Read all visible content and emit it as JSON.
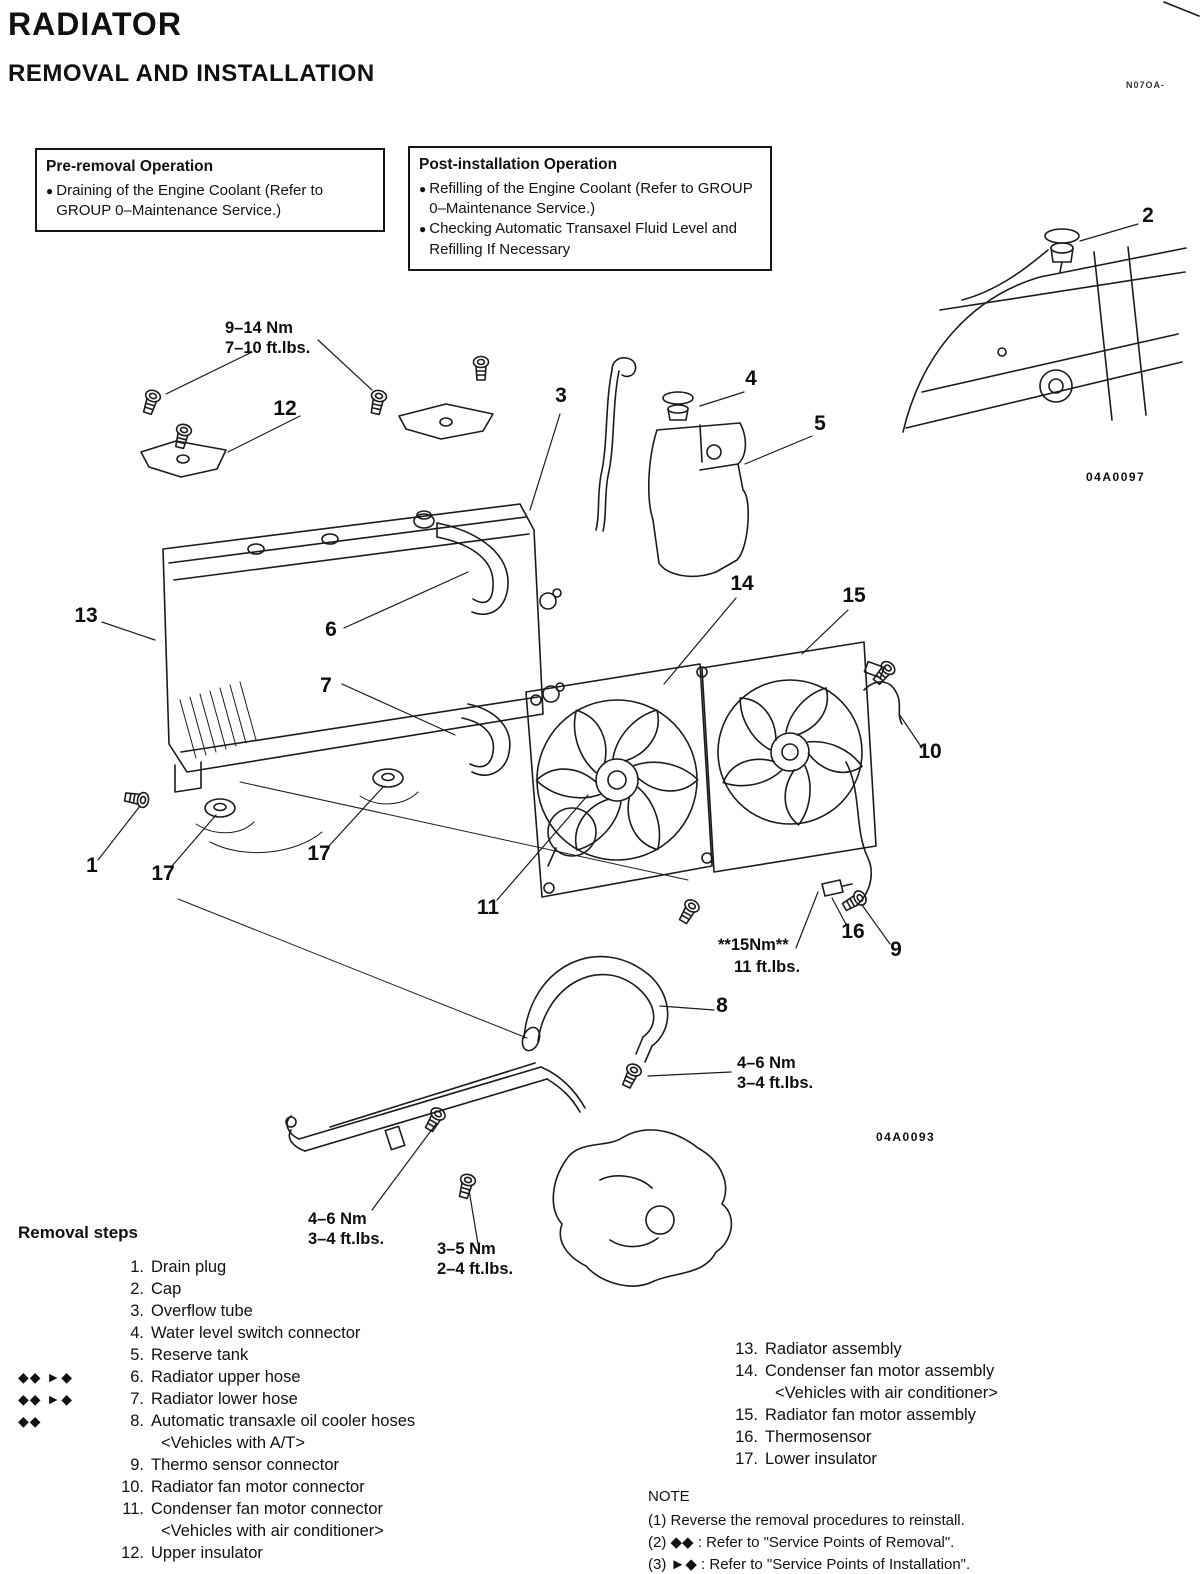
{
  "icons": {
    "bullet": "●"
  },
  "header": {
    "title": "RADIATOR",
    "subtitle": "REMOVAL AND INSTALLATION",
    "page_code": "N07OA-"
  },
  "pre_removal": {
    "title": "Pre-removal Operation",
    "items": [
      "Draining of the Engine Coolant (Refer to GROUP 0–Maintenance Service.)"
    ]
  },
  "post_installation": {
    "title": "Post-installation Operation",
    "items": [
      "Refilling of the Engine Coolant (Refer to GROUP 0–Maintenance Service.)",
      "Checking Automatic Transaxel Fluid Level and Refilling If Necessary"
    ]
  },
  "diagram": {
    "callouts": [
      "1",
      "2",
      "3",
      "4",
      "5",
      "6",
      "7",
      "8",
      "9",
      "10",
      "11",
      "12",
      "13",
      "14",
      "15",
      "16",
      "17"
    ],
    "torque": {
      "mount": {
        "nm": "9–14 Nm",
        "ft": "7–10 ft.lbs."
      },
      "thermo": {
        "nm": "**15Nm**",
        "ft": "11 ft.lbs."
      },
      "hose_right": {
        "nm": "4–6 Nm",
        "ft": "3–4 ft.lbs."
      },
      "hose_left": {
        "nm": "4–6 Nm",
        "ft": "3–4 ft.lbs."
      },
      "pipe": {
        "nm": "3–5 Nm",
        "ft": "2–4 ft.lbs."
      }
    },
    "figure_codes": {
      "inset": "04A0097",
      "main": "04A0093"
    }
  },
  "removal_steps": {
    "heading": "Removal steps",
    "left": [
      {
        "marker": "",
        "num": "1.",
        "label": "Drain plug",
        "sub": ""
      },
      {
        "marker": "",
        "num": "2.",
        "label": "Cap",
        "sub": ""
      },
      {
        "marker": "",
        "num": "3.",
        "label": "Overflow tube",
        "sub": ""
      },
      {
        "marker": "",
        "num": "4.",
        "label": "Water level switch connector",
        "sub": ""
      },
      {
        "marker": "",
        "num": "5.",
        "label": "Reserve tank",
        "sub": ""
      },
      {
        "marker": "◆◆ ►◆",
        "num": "6.",
        "label": "Radiator upper hose",
        "sub": ""
      },
      {
        "marker": "◆◆ ►◆",
        "num": "7.",
        "label": "Radiator lower hose",
        "sub": ""
      },
      {
        "marker": "◆◆",
        "num": "8.",
        "label": "Automatic transaxle oil cooler hoses",
        "sub": "<Vehicles with A/T>"
      },
      {
        "marker": "",
        "num": "9.",
        "label": "Thermo sensor connector",
        "sub": ""
      },
      {
        "marker": "",
        "num": "10.",
        "label": "Radiator fan motor connector",
        "sub": ""
      },
      {
        "marker": "",
        "num": "11.",
        "label": "Condenser fan motor connector",
        "sub": "<Vehicles with air conditioner>"
      },
      {
        "marker": "",
        "num": "12.",
        "label": "Upper insulator",
        "sub": ""
      }
    ],
    "right": [
      {
        "num": "13.",
        "label": "Radiator assembly",
        "sub": ""
      },
      {
        "num": "14.",
        "label": "Condenser fan motor assembly",
        "sub": "<Vehicles with air conditioner>"
      },
      {
        "num": "15.",
        "label": "Radiator fan motor assembly",
        "sub": ""
      },
      {
        "num": "16.",
        "label": "Thermosensor",
        "sub": ""
      },
      {
        "num": "17.",
        "label": "Lower insulator",
        "sub": ""
      }
    ]
  },
  "note": {
    "heading": "NOTE",
    "lines": [
      "(1) Reverse the removal procedures to reinstall.",
      "(2) ◆◆ : Refer to \"Service Points of Removal\".",
      "(3) ►◆ : Refer to \"Service Points of Installation\"."
    ]
  }
}
